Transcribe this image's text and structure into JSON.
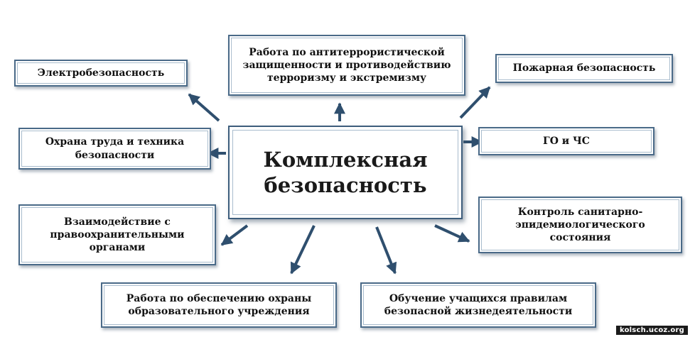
{
  "diagram": {
    "center": {
      "lines": [
        "Комплексная",
        "безопасность"
      ]
    },
    "nodes": {
      "elektro": {
        "lines": [
          "Электробезопасность"
        ]
      },
      "antiterror": {
        "lines": [
          "Работа по антитеррористической",
          "защищенности и противодействию",
          "терроризму и экстремизму"
        ]
      },
      "pozhar": {
        "lines": [
          "Пожарная безопасность"
        ]
      },
      "okhrana_truda": {
        "lines": [
          "Охрана труда и техника",
          "безопасности"
        ]
      },
      "go_chs": {
        "lines": [
          "ГО и ЧС"
        ]
      },
      "vzaimodeistvie": {
        "lines": [
          "Взаимодействие с",
          "правоохранительными",
          "органами"
        ]
      },
      "kontrol": {
        "lines": [
          "Контроль санитарно-",
          "эпидемиологического",
          "состояния"
        ]
      },
      "okhrana_uchrezhdeniya": {
        "lines": [
          "Работа по обеспечению охраны",
          "образовательного учреждения"
        ]
      },
      "obuchenie": {
        "lines": [
          "Обучение учащихся правилам",
          "безопасной жизнедеятельности"
        ]
      }
    },
    "colors": {
      "border": "#4a6a88",
      "arrow": "#2f4f6e",
      "text": "#111111"
    }
  },
  "watermark": {
    "text": "kolsch.ucoz.org"
  }
}
